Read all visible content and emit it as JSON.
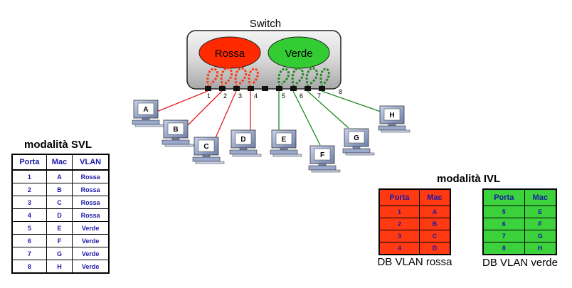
{
  "switch": {
    "title": "Switch",
    "vlan_red": "Rossa",
    "vlan_green": "Verde"
  },
  "ports": [
    "1",
    "2",
    "3",
    "4",
    "5",
    "6",
    "7",
    "8"
  ],
  "hosts": [
    "A",
    "B",
    "C",
    "D",
    "E",
    "F",
    "G",
    "H"
  ],
  "colors": {
    "red": "#ff2a00",
    "green": "#22bb22",
    "red_line": "#e02020",
    "green_line": "#1a8a1a",
    "table_text": "#1a1aa8"
  },
  "svl": {
    "title": "modalità SVL",
    "headers": [
      "Porta",
      "Mac",
      "VLAN"
    ],
    "rows": [
      [
        "1",
        "A",
        "Rossa"
      ],
      [
        "2",
        "B",
        "Rossa"
      ],
      [
        "3",
        "C",
        "Rossa"
      ],
      [
        "4",
        "D",
        "Rossa"
      ],
      [
        "5",
        "E",
        "Verde"
      ],
      [
        "6",
        "F",
        "Verde"
      ],
      [
        "7",
        "G",
        "Verde"
      ],
      [
        "8",
        "H",
        "Verde"
      ]
    ]
  },
  "ivl": {
    "title": "modalità IVL",
    "red": {
      "headers": [
        "Porta",
        "Mac"
      ],
      "rows": [
        [
          "1",
          "A"
        ],
        [
          "2",
          "B"
        ],
        [
          "3",
          "C"
        ],
        [
          "4",
          "D"
        ]
      ],
      "caption": "DB VLAN rossa"
    },
    "green": {
      "headers": [
        "Porta",
        "Mac"
      ],
      "rows": [
        [
          "5",
          "E"
        ],
        [
          "6",
          "F"
        ],
        [
          "7",
          "G"
        ],
        [
          "8",
          "H"
        ]
      ],
      "caption": "DB VLAN verde"
    }
  }
}
